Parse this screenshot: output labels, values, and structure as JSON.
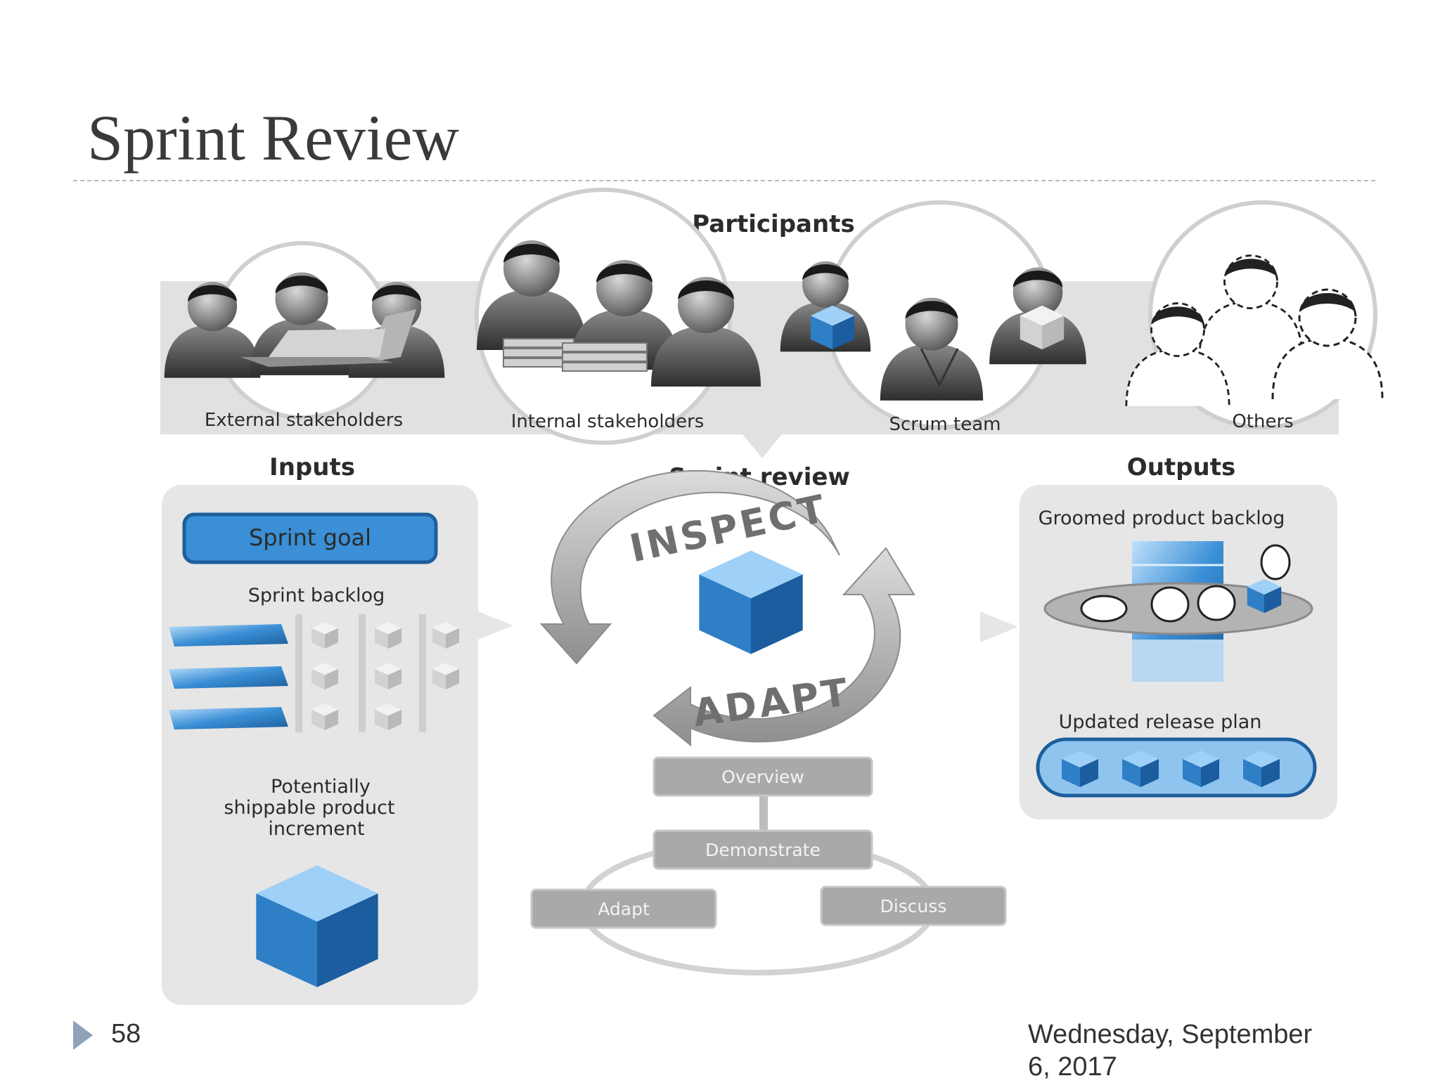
{
  "slide": {
    "title": "Sprint Review",
    "number": "58",
    "date": "Wednesday, September 6, 2017"
  },
  "diagram": {
    "participants": {
      "heading": "Participants",
      "groups": [
        "External stakeholders",
        "Internal stakeholders",
        "Scrum team",
        "Others"
      ]
    },
    "inputs": {
      "heading": "Inputs",
      "sprint_goal": "Sprint goal",
      "sprint_backlog": "Sprint backlog",
      "increment_lines": [
        "Potentially",
        "shippable product",
        "increment"
      ]
    },
    "review": {
      "heading": "Sprint review",
      "inspect": "INSPECT",
      "adapt": "ADAPT",
      "steps": {
        "overview": "Overview",
        "demonstrate": "Demonstrate",
        "adapt": "Adapt",
        "discuss": "Discuss"
      }
    },
    "outputs": {
      "heading": "Outputs",
      "groomed_backlog": "Groomed product backlog",
      "release_plan": "Updated release plan"
    }
  },
  "colors": {
    "accent_blue": "#3a8fd6",
    "panel_gray": "#e6e6e6",
    "step_gray": "#a9a9a9"
  }
}
